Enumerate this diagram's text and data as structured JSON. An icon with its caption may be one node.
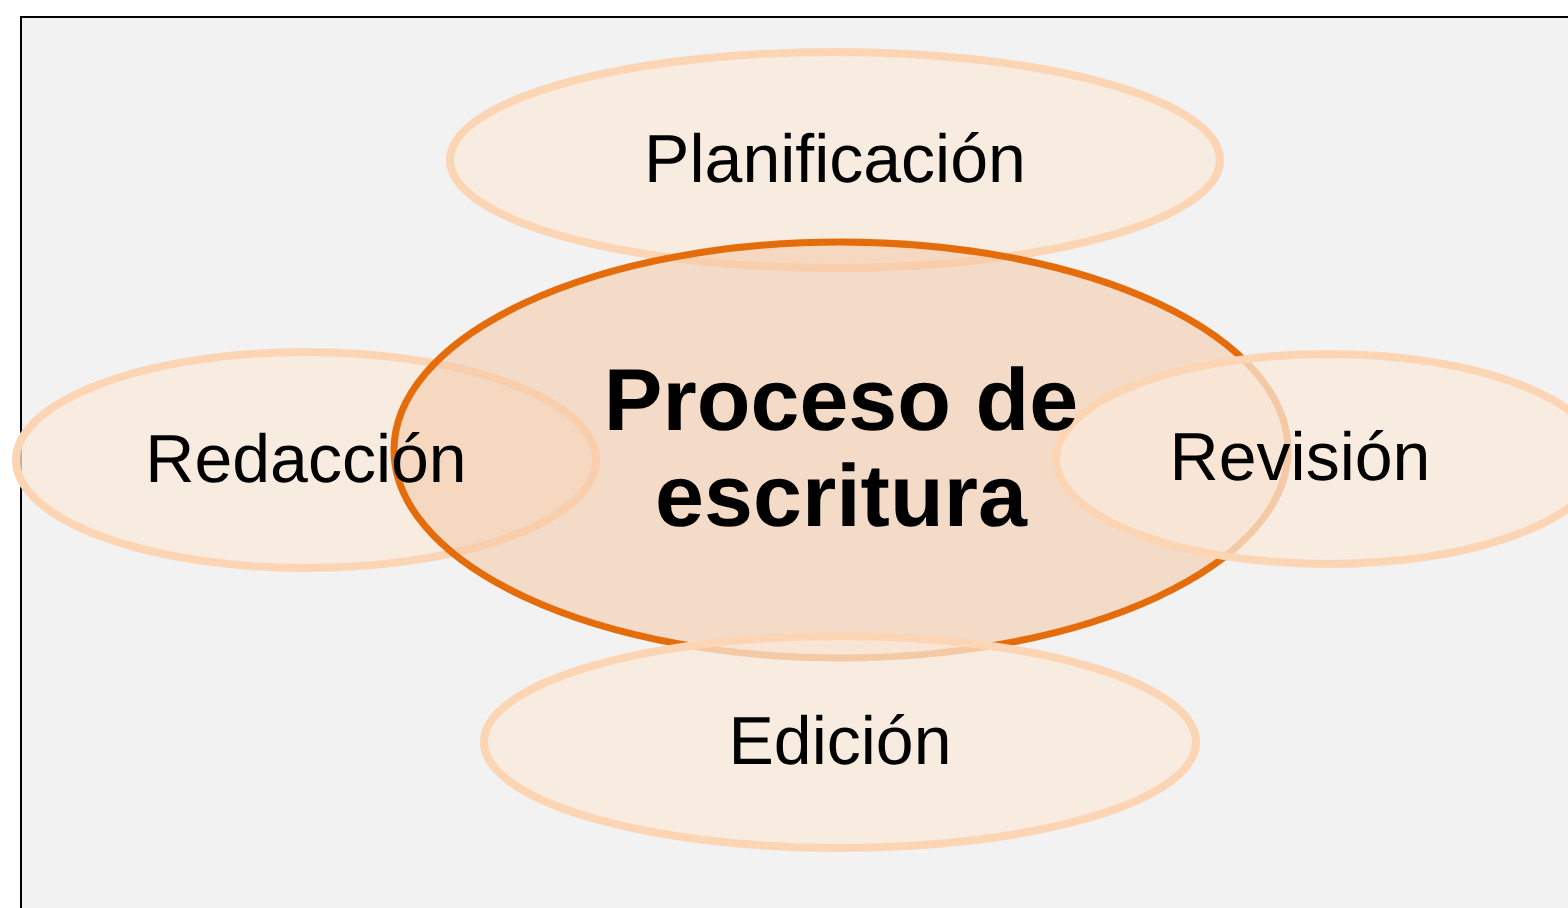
{
  "diagram": {
    "nodes": [
      {
        "text": [
          "Proceso de escritura"
        ]
      },
      {
        "text": [
          "Planificación"
        ]
      },
      {
        "text": [
          "Redacción"
        ]
      },
      {
        "text": [
          "Revisión"
        ]
      },
      {
        "text": [
          "Edición"
        ]
      }
    ]
  }
}
